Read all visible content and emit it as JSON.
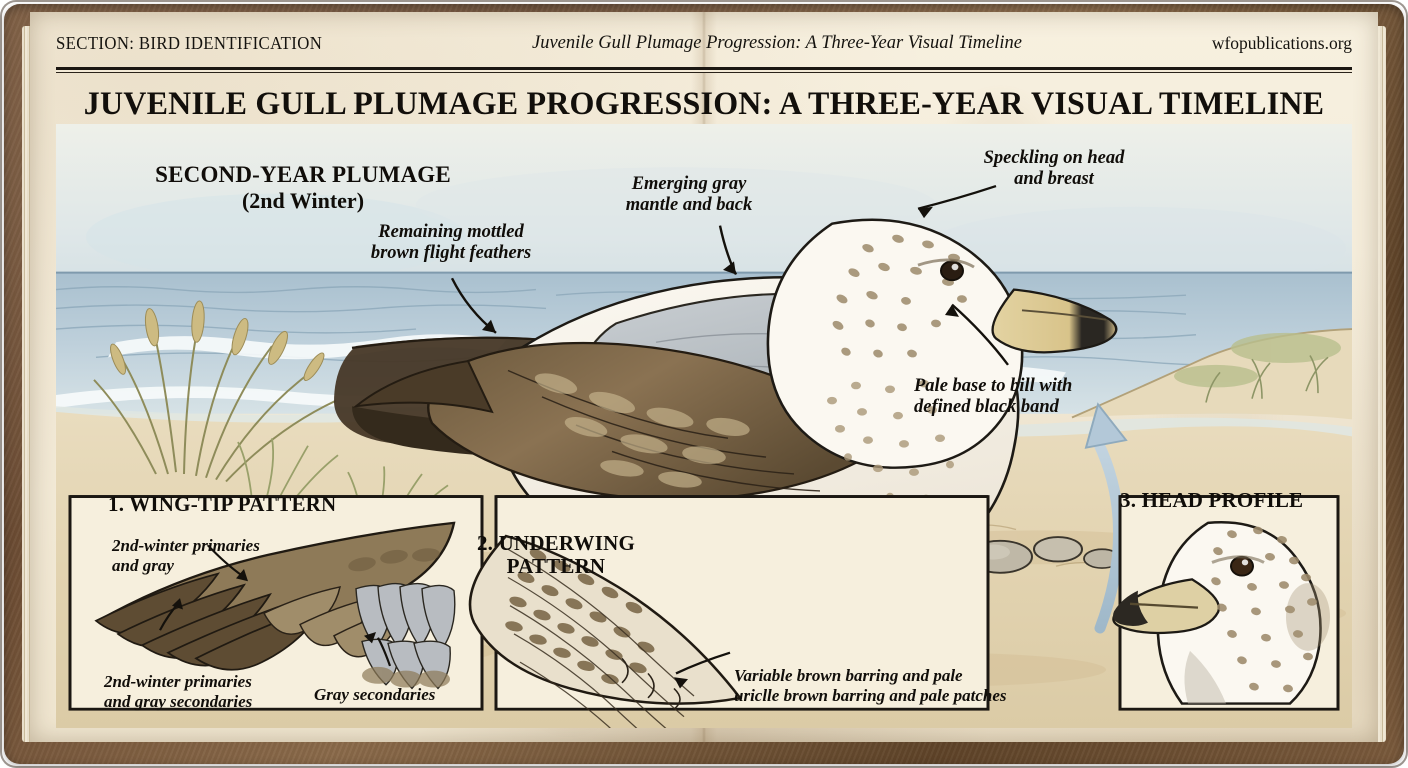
{
  "header": {
    "section": "SECTION: BIRD IDENTIFICATION",
    "running_title": "Juvenile Gull Plumage Progression: A Three-Year Visual Timeline",
    "source": "wfopublications.org"
  },
  "page": {
    "title": "JUVENILE GULL PLUMAGE PROGRESSION: A THREE-YEAR VISUAL TIMELINE"
  },
  "plumage_stage": {
    "line1": "SECOND-YEAR PLUMAGE",
    "line2": "(2nd Winter)"
  },
  "callouts": [
    {
      "id": "mottled-flight-feathers",
      "text": "Remaining mottled\nbrown flight feathers"
    },
    {
      "id": "gray-mantle",
      "text": "Emerging gray\nmantle and back"
    },
    {
      "id": "head-speckling",
      "text": "Speckling on head\nand breast"
    },
    {
      "id": "bill-band",
      "text": "Pale base to bill with\ndefined black band"
    }
  ],
  "panels": [
    {
      "number": "1.",
      "title": "1. WING-TIP PATTERN",
      "labels": [
        "2nd-winter primaries\nand gray",
        "2nd-winter primaries\nand gray secondaries",
        "Gray secondaries"
      ]
    },
    {
      "number": "2.",
      "title_line1": "2. UNDERWING",
      "title_line2": "PATTERN",
      "caption": "Variable brown barring and pale\nuriclle brown barring and pale patches"
    },
    {
      "number": "3.",
      "title": "3. HEAD PROFILE"
    }
  ],
  "colors": {
    "paper": "#f4ecda",
    "cover_leather": "#6b4b32",
    "ink": "#100d09",
    "arrow_blue": "#aec5d6",
    "sea_blue": "#b9ccd9",
    "sand": "#e3d3b2",
    "gull_gray": "#b8bcc0",
    "gull_brown": "#8b7352",
    "bill_yellow": "#d9c38d"
  }
}
